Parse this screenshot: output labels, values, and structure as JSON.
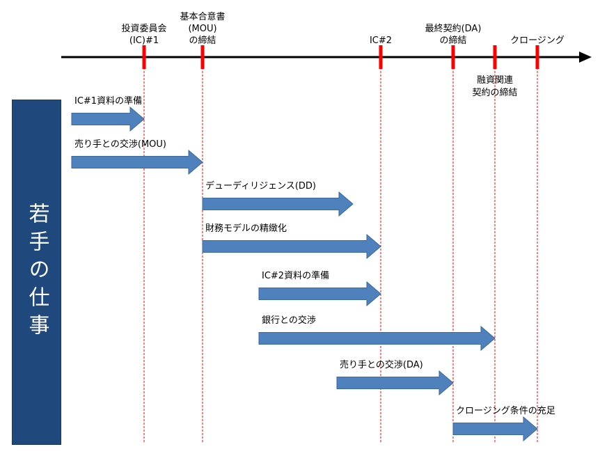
{
  "side_label": "若手の仕事",
  "colors": {
    "arrow": "#4f81bd",
    "axis": "#000000",
    "milestone": "#ff0000",
    "side_box": "#1f497d"
  },
  "milestones": [
    {
      "id": "ic1",
      "lines": [
        "投資委員会",
        "(IC)#1"
      ],
      "position": "above"
    },
    {
      "id": "mou",
      "lines": [
        "基本合意書",
        "(MOU)",
        "の締結"
      ],
      "position": "above"
    },
    {
      "id": "ic2",
      "lines": [
        "IC#2"
      ],
      "position": "above"
    },
    {
      "id": "da",
      "lines": [
        "最終契約(DA)",
        "の締結"
      ],
      "position": "above"
    },
    {
      "id": "finance",
      "lines": [
        "融資関連",
        "契約の締結"
      ],
      "position": "below"
    },
    {
      "id": "closing",
      "lines": [
        "クロージング"
      ],
      "position": "above"
    }
  ],
  "tasks": [
    {
      "label": "IC#1資料の準備",
      "start": "origin",
      "end": "ic1"
    },
    {
      "label": "売り手との交渉(MOU)",
      "start": "origin",
      "end": "mou"
    },
    {
      "label": "デューディリジェンス(DD)",
      "start": "mou",
      "end": "before-ic2"
    },
    {
      "label": "財務モデルの精緻化",
      "start": "mou",
      "end": "ic2"
    },
    {
      "label": "IC#2資料の準備",
      "start": "mid",
      "end": "ic2"
    },
    {
      "label": "銀行との交渉",
      "start": "mid",
      "end": "finance"
    },
    {
      "label": "売り手との交渉(DA)",
      "start": "late",
      "end": "da"
    },
    {
      "label": "クロージング条件の充足",
      "start": "da",
      "end": "closing"
    }
  ]
}
